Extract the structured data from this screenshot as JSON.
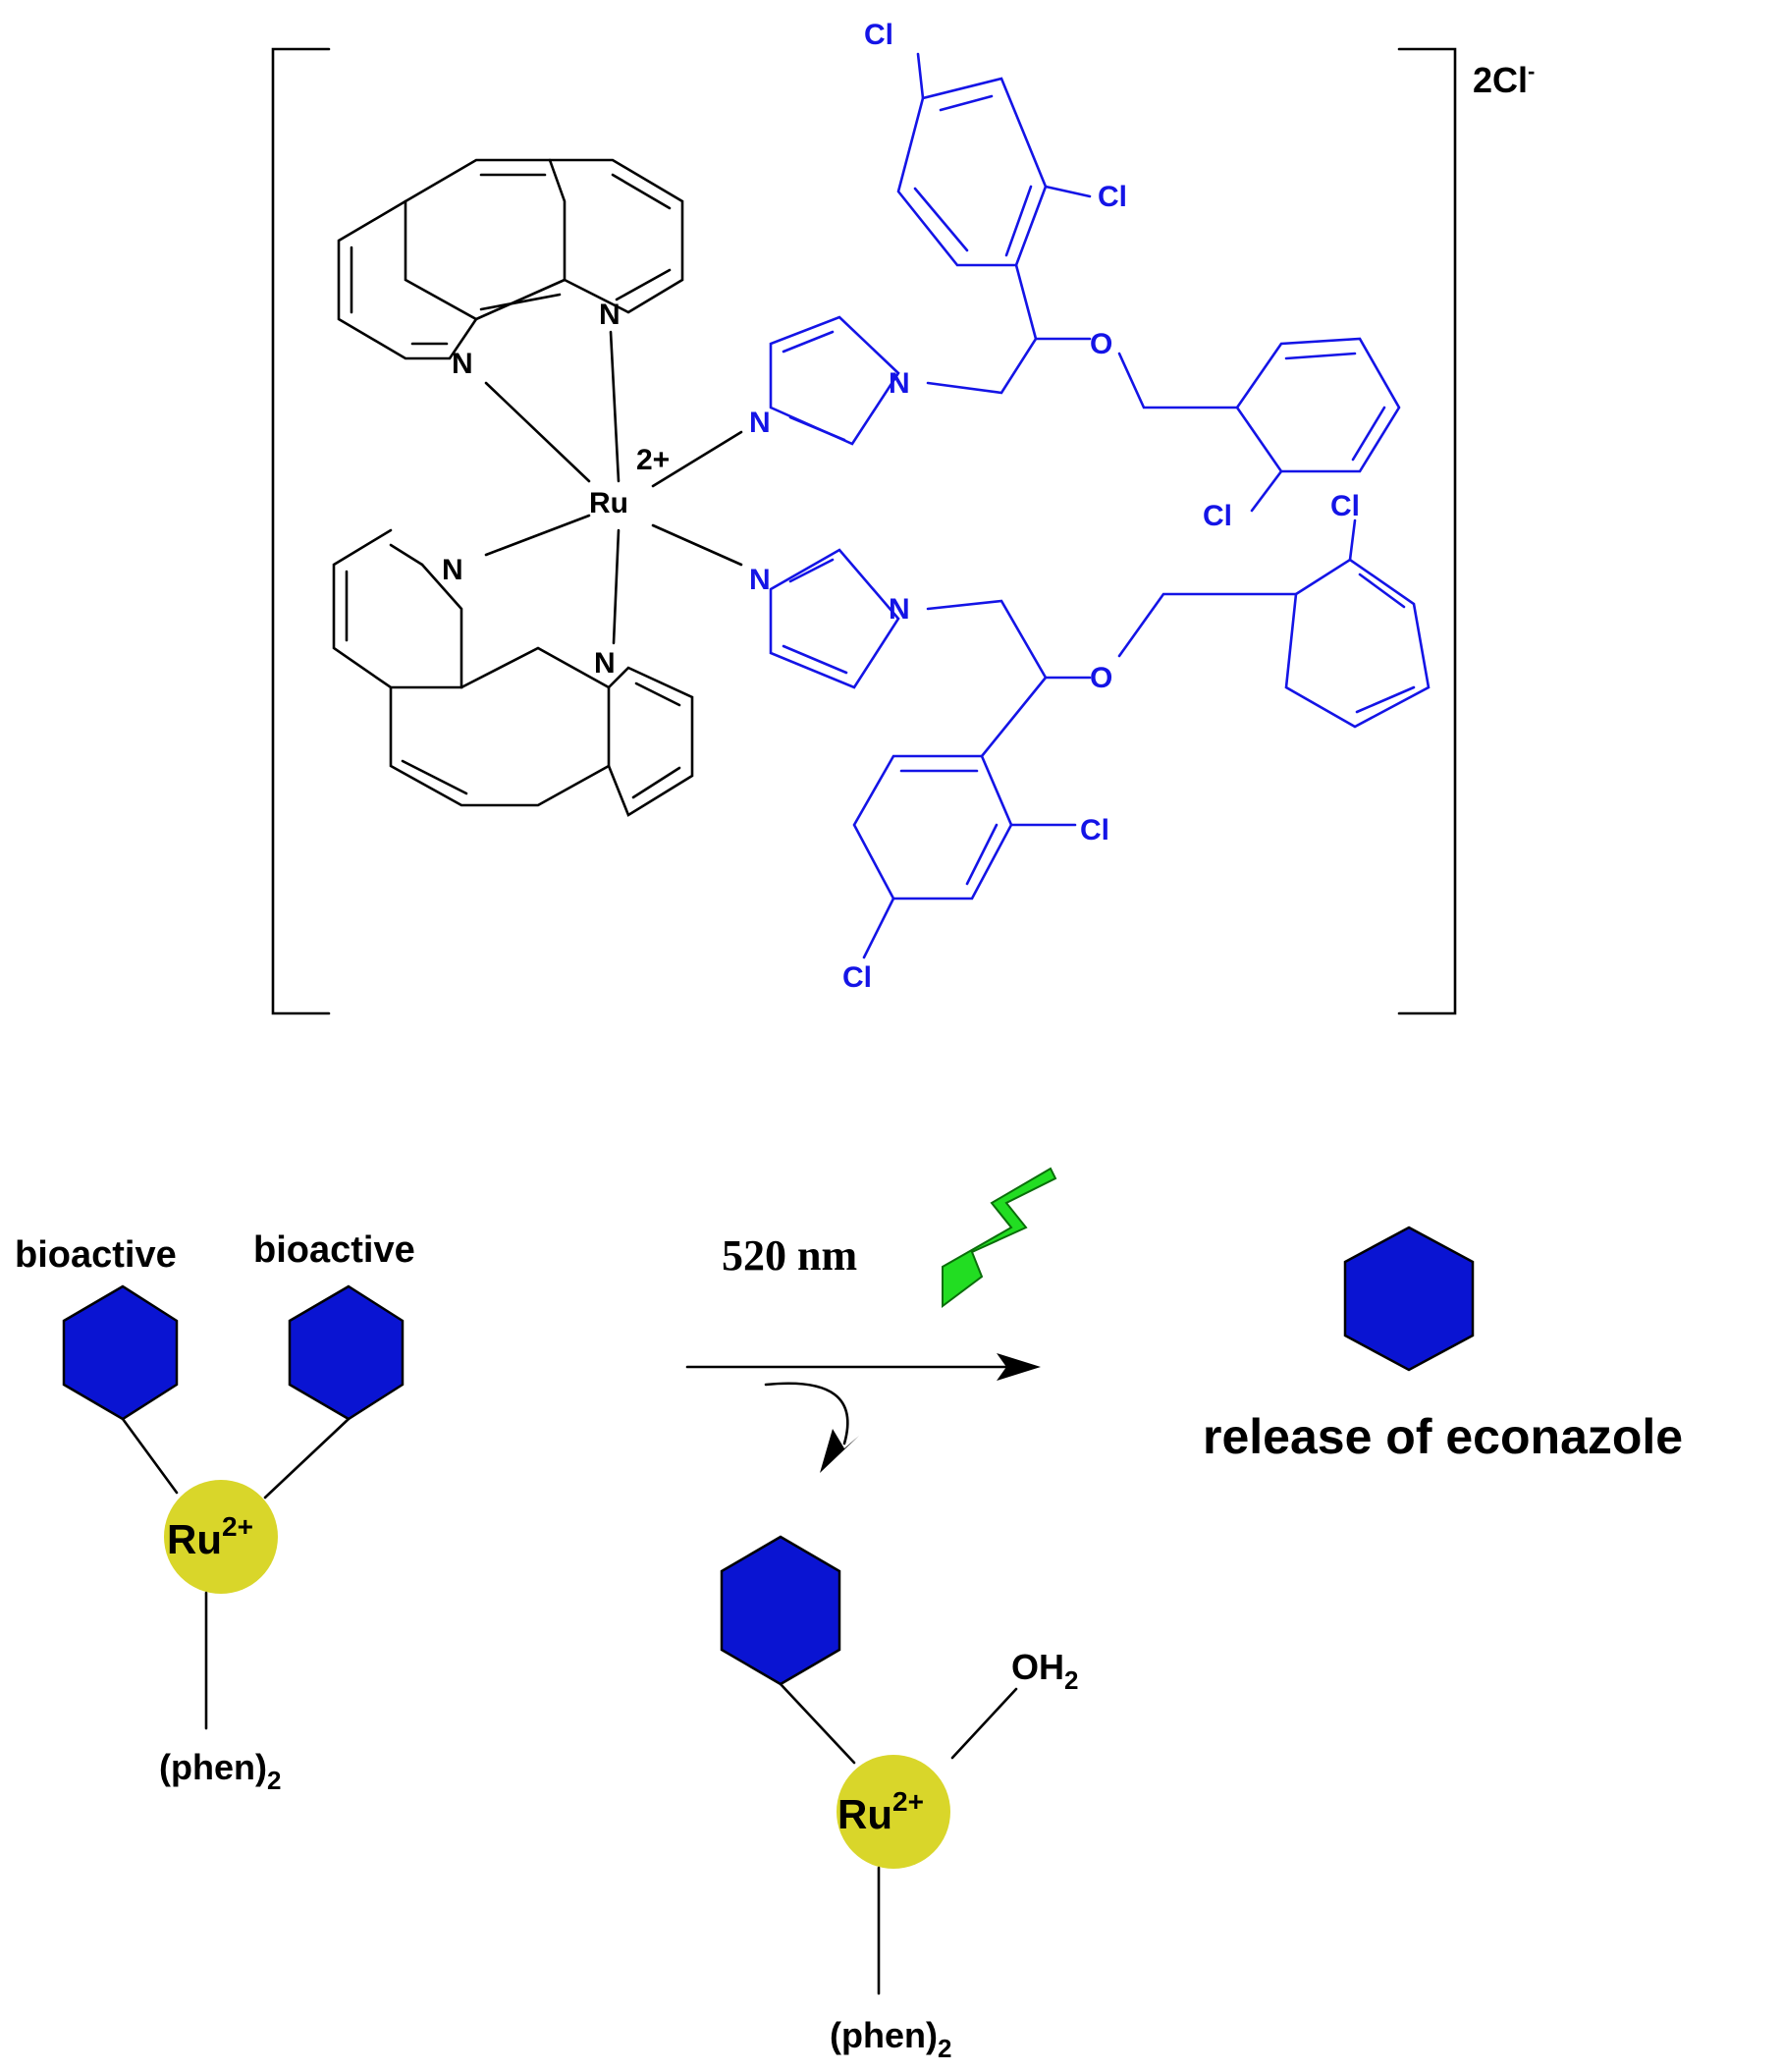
{
  "structure": {
    "counterion": "2Cl",
    "counterion_charge": "-",
    "metal": "Ru",
    "metal_charge": "2+",
    "atoms": {
      "n": "N",
      "o": "O",
      "cl": "Cl"
    }
  },
  "scheme": {
    "bioactive_left": "bioactive",
    "bioactive_right": "bioactive",
    "ru_label": "Ru",
    "ru_charge": "2+",
    "phen_left": "(phen)",
    "phen_sub": "2",
    "phen_product": "(phen)",
    "wavelength": "520 nm",
    "water": "OH",
    "water_sub": "2",
    "release_text": "release of econazole"
  },
  "colors": {
    "ligand_blue": "#1414e6",
    "hexagon_fill": "#0a14d2",
    "ru_sphere": "#d9d62a",
    "lightning": "#22dd22"
  }
}
